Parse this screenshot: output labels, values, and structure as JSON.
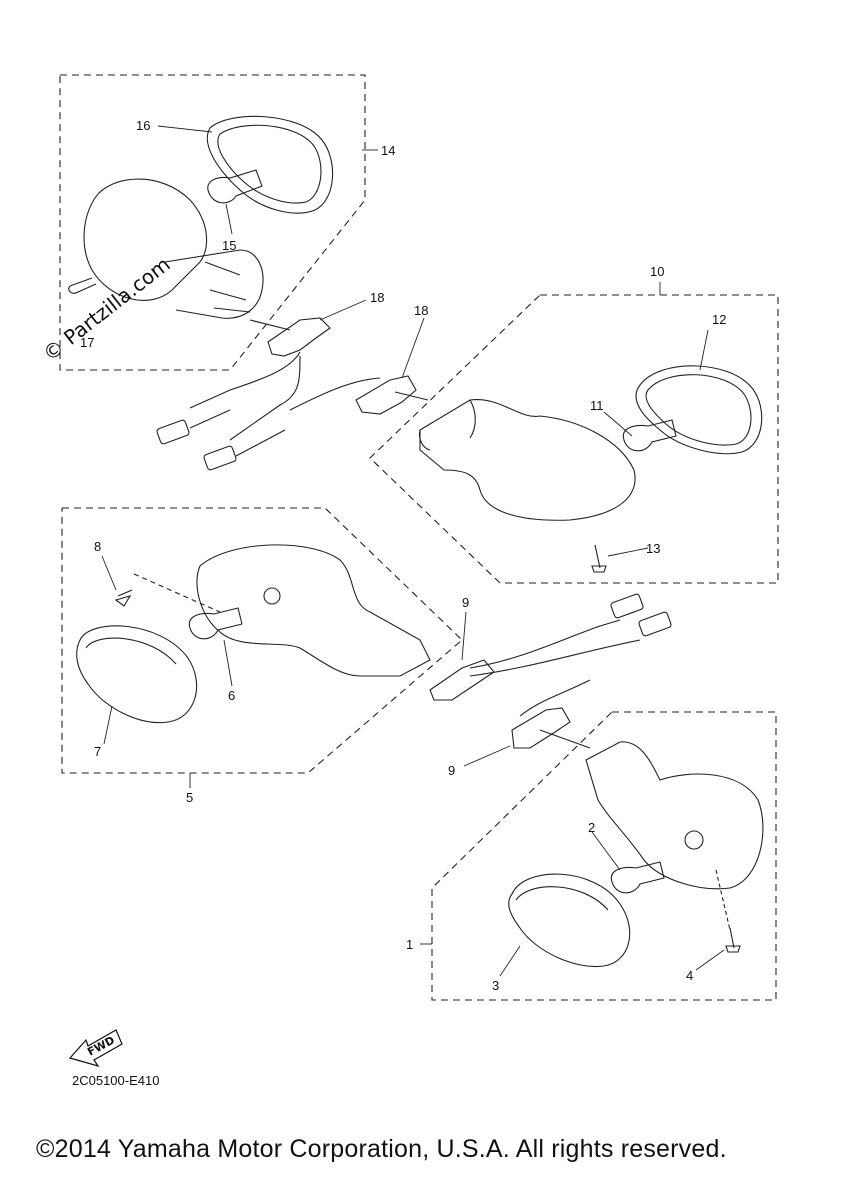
{
  "watermark": "© Partzilla.com",
  "fwd_label": "FWD",
  "diagram_code": "2C05100-E410",
  "copyright": "©2014 Yamaha Motor Corporation, U.S.A. All rights reserved.",
  "labels": {
    "p1": "1",
    "p2": "2",
    "p3": "3",
    "p4": "4",
    "p5": "5",
    "p6": "6",
    "p7": "7",
    "p8": "8",
    "p9a": "9",
    "p9b": "9",
    "p10": "10",
    "p11": "11",
    "p12": "12",
    "p13": "13",
    "p14": "14",
    "p15": "15",
    "p16": "16",
    "p17": "17",
    "p18a": "18",
    "p18b": "18"
  }
}
